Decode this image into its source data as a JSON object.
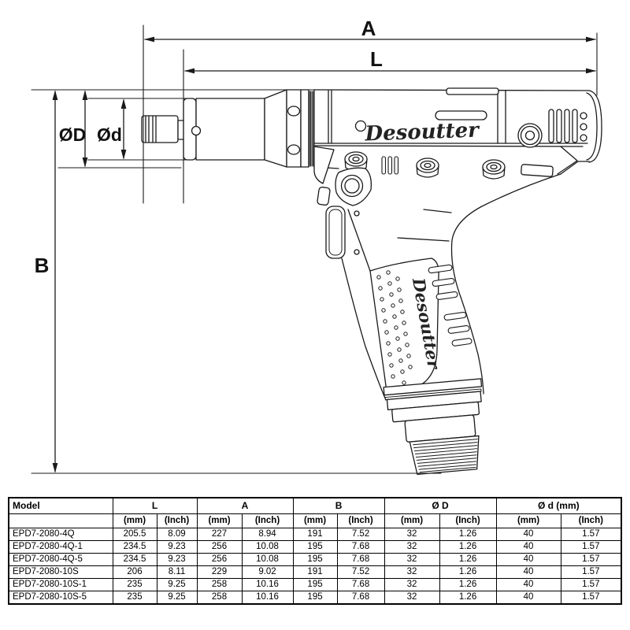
{
  "drawing": {
    "dim_a": "A",
    "dim_l": "L",
    "dim_b": "B",
    "dim_d_large": "ØD",
    "dim_d_small": "Ød",
    "logo_body": "Desoutter",
    "logo_grip": "Desoutter"
  },
  "table": {
    "model_header": "Model",
    "groups": [
      {
        "label": "L"
      },
      {
        "label": "A"
      },
      {
        "label": "B"
      },
      {
        "label": "Ø D"
      },
      {
        "label": "Ø d (mm)"
      }
    ],
    "unit_mm": "(mm)",
    "unit_inch": "(Inch)",
    "rows": [
      {
        "model": "EPD7-2080-4Q",
        "values": [
          "205.5",
          "8.09",
          "227",
          "8.94",
          "191",
          "7.52",
          "32",
          "1.26",
          "40",
          "1.57"
        ]
      },
      {
        "model": "EPD7-2080-4Q-1",
        "values": [
          "234.5",
          "9.23",
          "256",
          "10.08",
          "195",
          "7.68",
          "32",
          "1.26",
          "40",
          "1.57"
        ]
      },
      {
        "model": "EPD7-2080-4Q-5",
        "values": [
          "234.5",
          "9.23",
          "256",
          "10.08",
          "195",
          "7.68",
          "32",
          "1.26",
          "40",
          "1.57"
        ]
      },
      {
        "model": "EPD7-2080-10S",
        "values": [
          "206",
          "8.11",
          "229",
          "9.02",
          "191",
          "7.52",
          "32",
          "1.26",
          "40",
          "1.57"
        ]
      },
      {
        "model": "EPD7-2080-10S-1",
        "values": [
          "235",
          "9.25",
          "258",
          "10.16",
          "195",
          "7.68",
          "32",
          "1.26",
          "40",
          "1.57"
        ]
      },
      {
        "model": "EPD7-2080-10S-5",
        "values": [
          "235",
          "9.25",
          "258",
          "10.16",
          "195",
          "7.68",
          "32",
          "1.26",
          "40",
          "1.57"
        ]
      }
    ]
  },
  "colors": {
    "line": "#1a1a1a",
    "background": "#ffffff"
  }
}
